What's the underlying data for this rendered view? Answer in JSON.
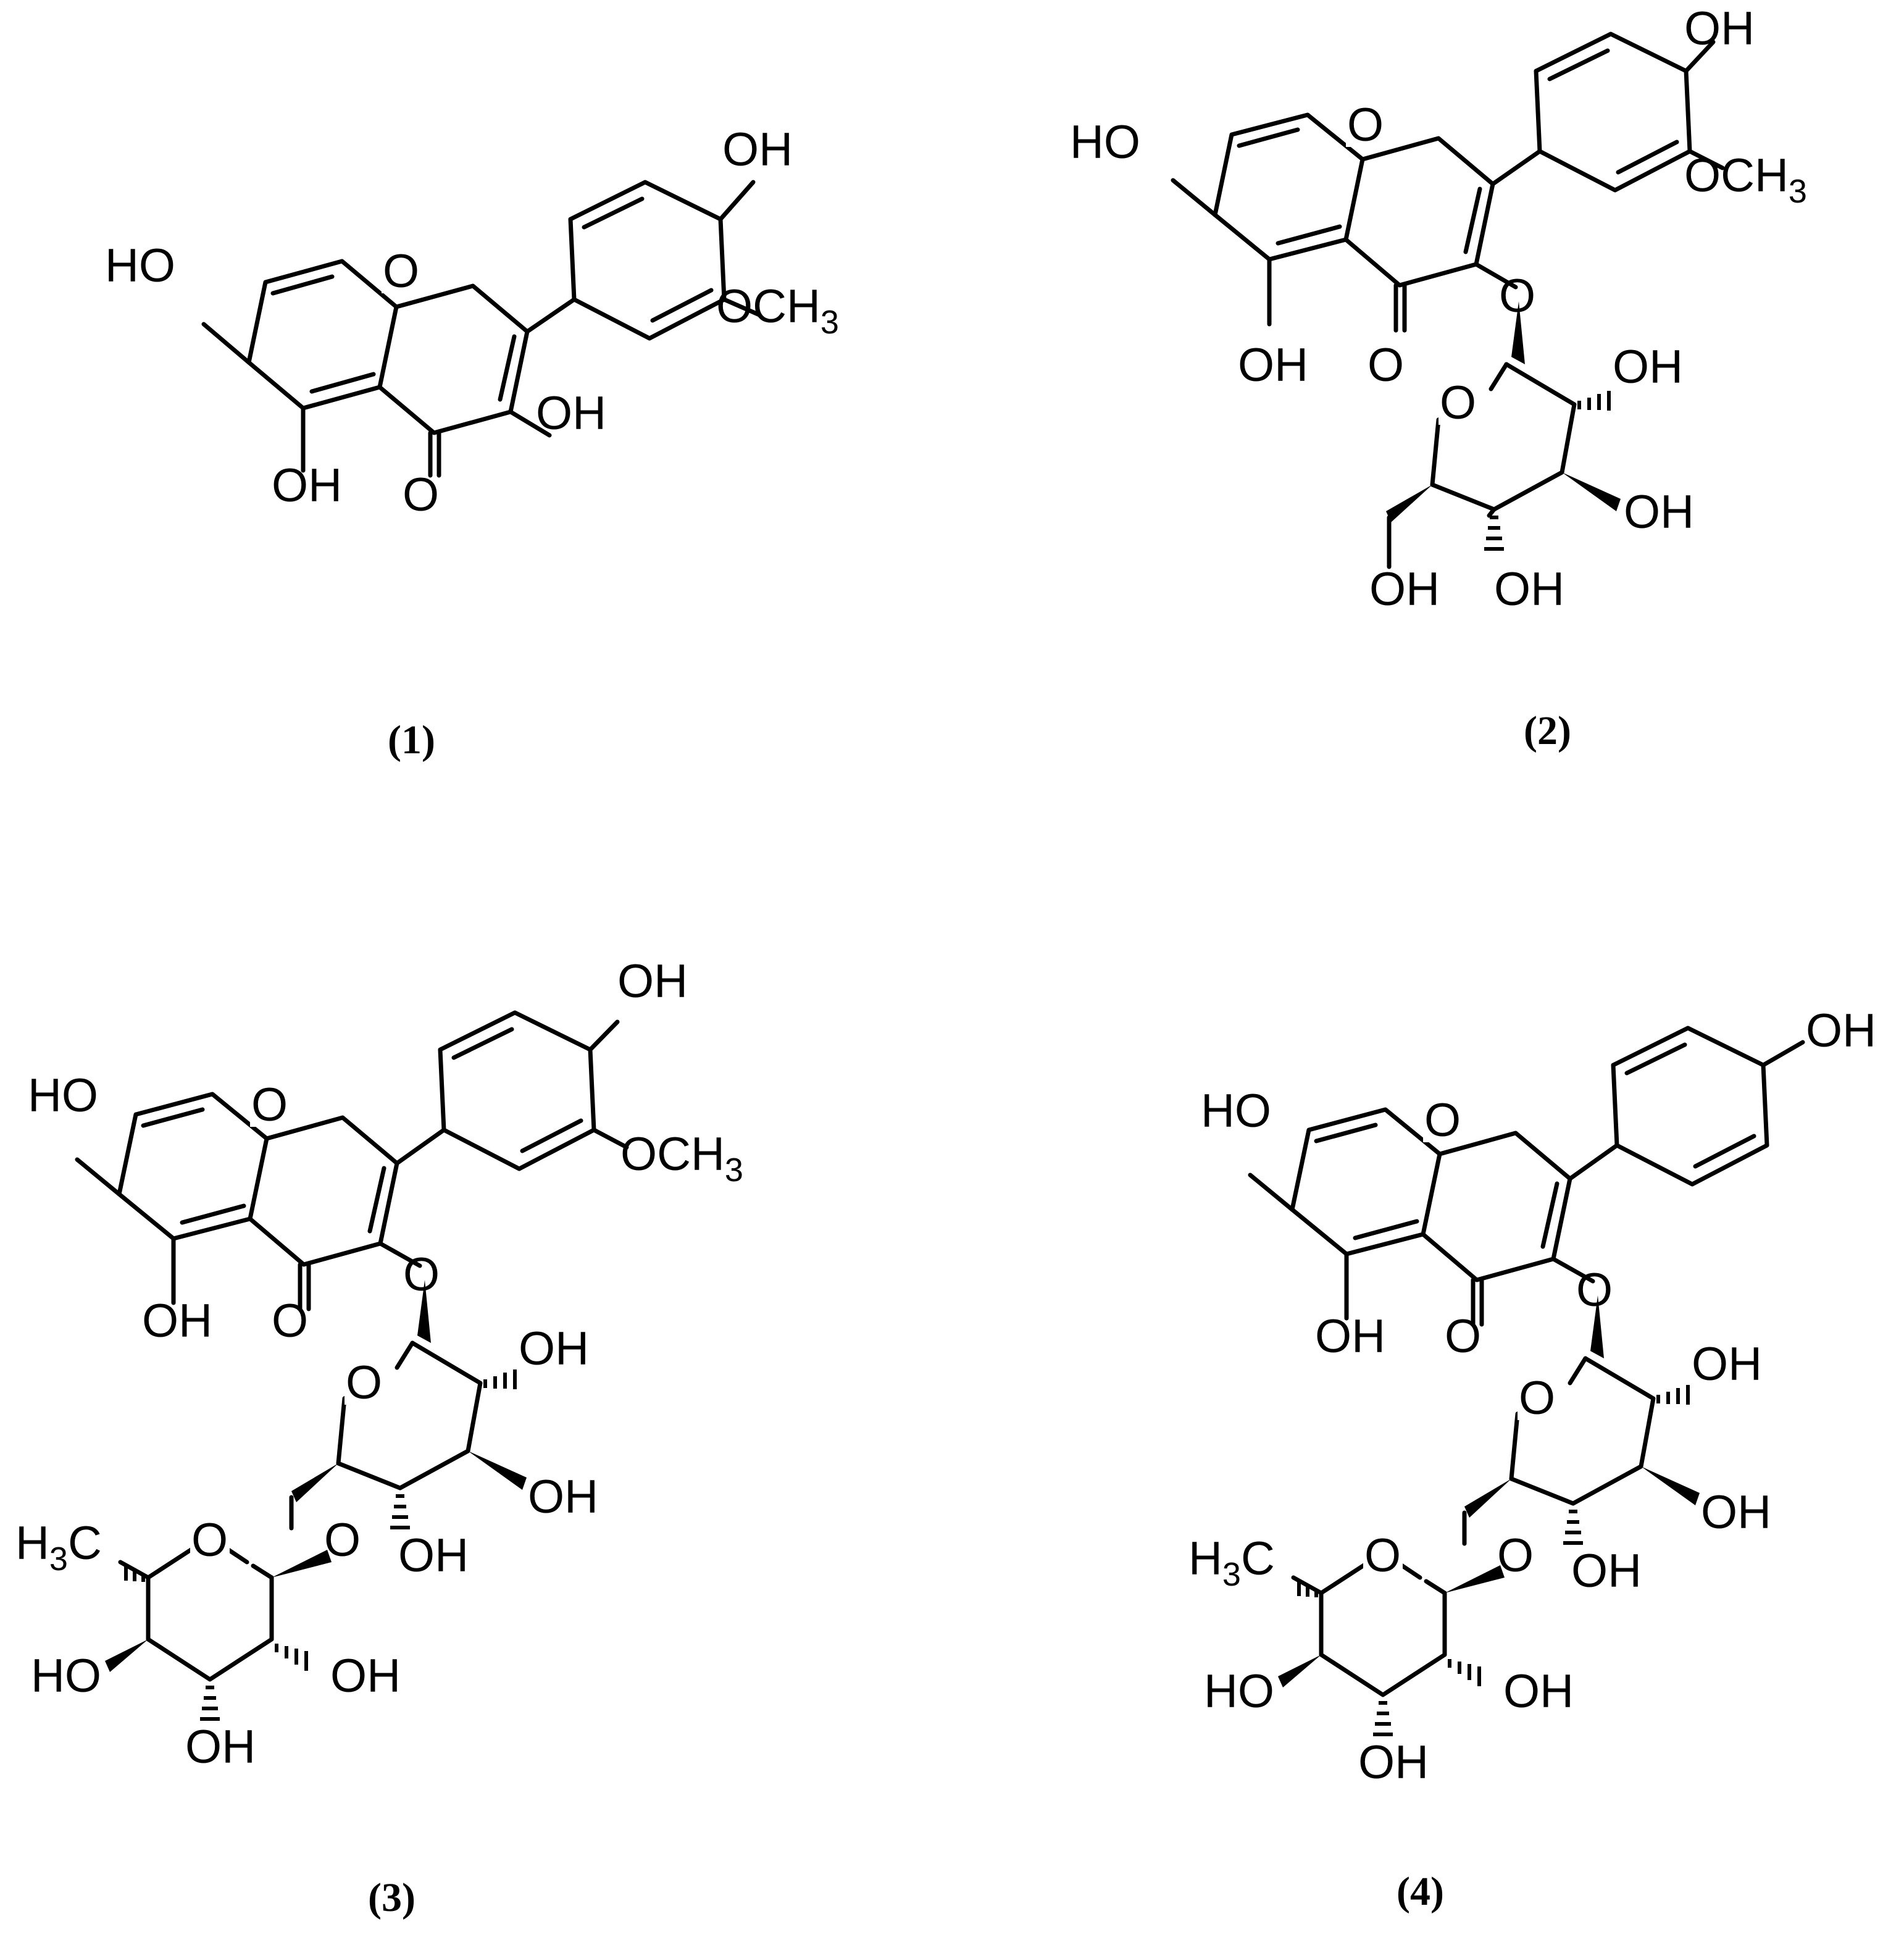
{
  "figure": {
    "compounds": [
      {
        "id": "c1",
        "caption": "(1)",
        "labels": {
          "HO7": "HO",
          "OH5": "OH",
          "O4": "O",
          "O1": "O",
          "OH3": "OH",
          "OH4p": "OH",
          "OMe": "OCH",
          "OMeSub": "3"
        }
      },
      {
        "id": "c2",
        "caption": "(2)",
        "labels": {
          "HO7": "HO",
          "OH5": "OH",
          "O4": "O",
          "O1": "O",
          "O3": "O",
          "OH4p": "OH",
          "OMe": "OCH",
          "OMeSub": "3",
          "GlcO": "O",
          "Glc2": "OH",
          "Glc3": "OH",
          "Glc4": "OH",
          "Glc6": "OH"
        }
      },
      {
        "id": "c3",
        "caption": "(3)",
        "labels": {
          "HO7": "HO",
          "OH5": "OH",
          "O4": "O",
          "O1": "O",
          "O3": "O",
          "OH4p": "OH",
          "OMe": "OCH",
          "OMeSub": "3",
          "GlcO": "O",
          "Glc2": "OH",
          "Glc3": "OH",
          "Glc4": "OH",
          "GlcO6": "O",
          "RhaO": "O",
          "RhaMe": "H",
          "RhaMeSub": "3",
          "RhaMeC": "C",
          "Rha2": "OH",
          "Rha3": "OH",
          "Rha4": "HO"
        }
      },
      {
        "id": "c4",
        "caption": "(4)",
        "labels": {
          "HO7": "HO",
          "OH5": "OH",
          "O4": "O",
          "O1": "O",
          "O3": "O",
          "OH4p": "OH",
          "GlcO": "O",
          "Glc2": "OH",
          "Glc3": "OH",
          "Glc4": "OH",
          "GlcO6": "O",
          "RhaO": "O",
          "RhaMe": "H",
          "RhaMeSub": "3",
          "RhaMeC": "C",
          "Rha2": "OH",
          "Rha3": "OH",
          "Rha4": "HO"
        }
      }
    ]
  }
}
